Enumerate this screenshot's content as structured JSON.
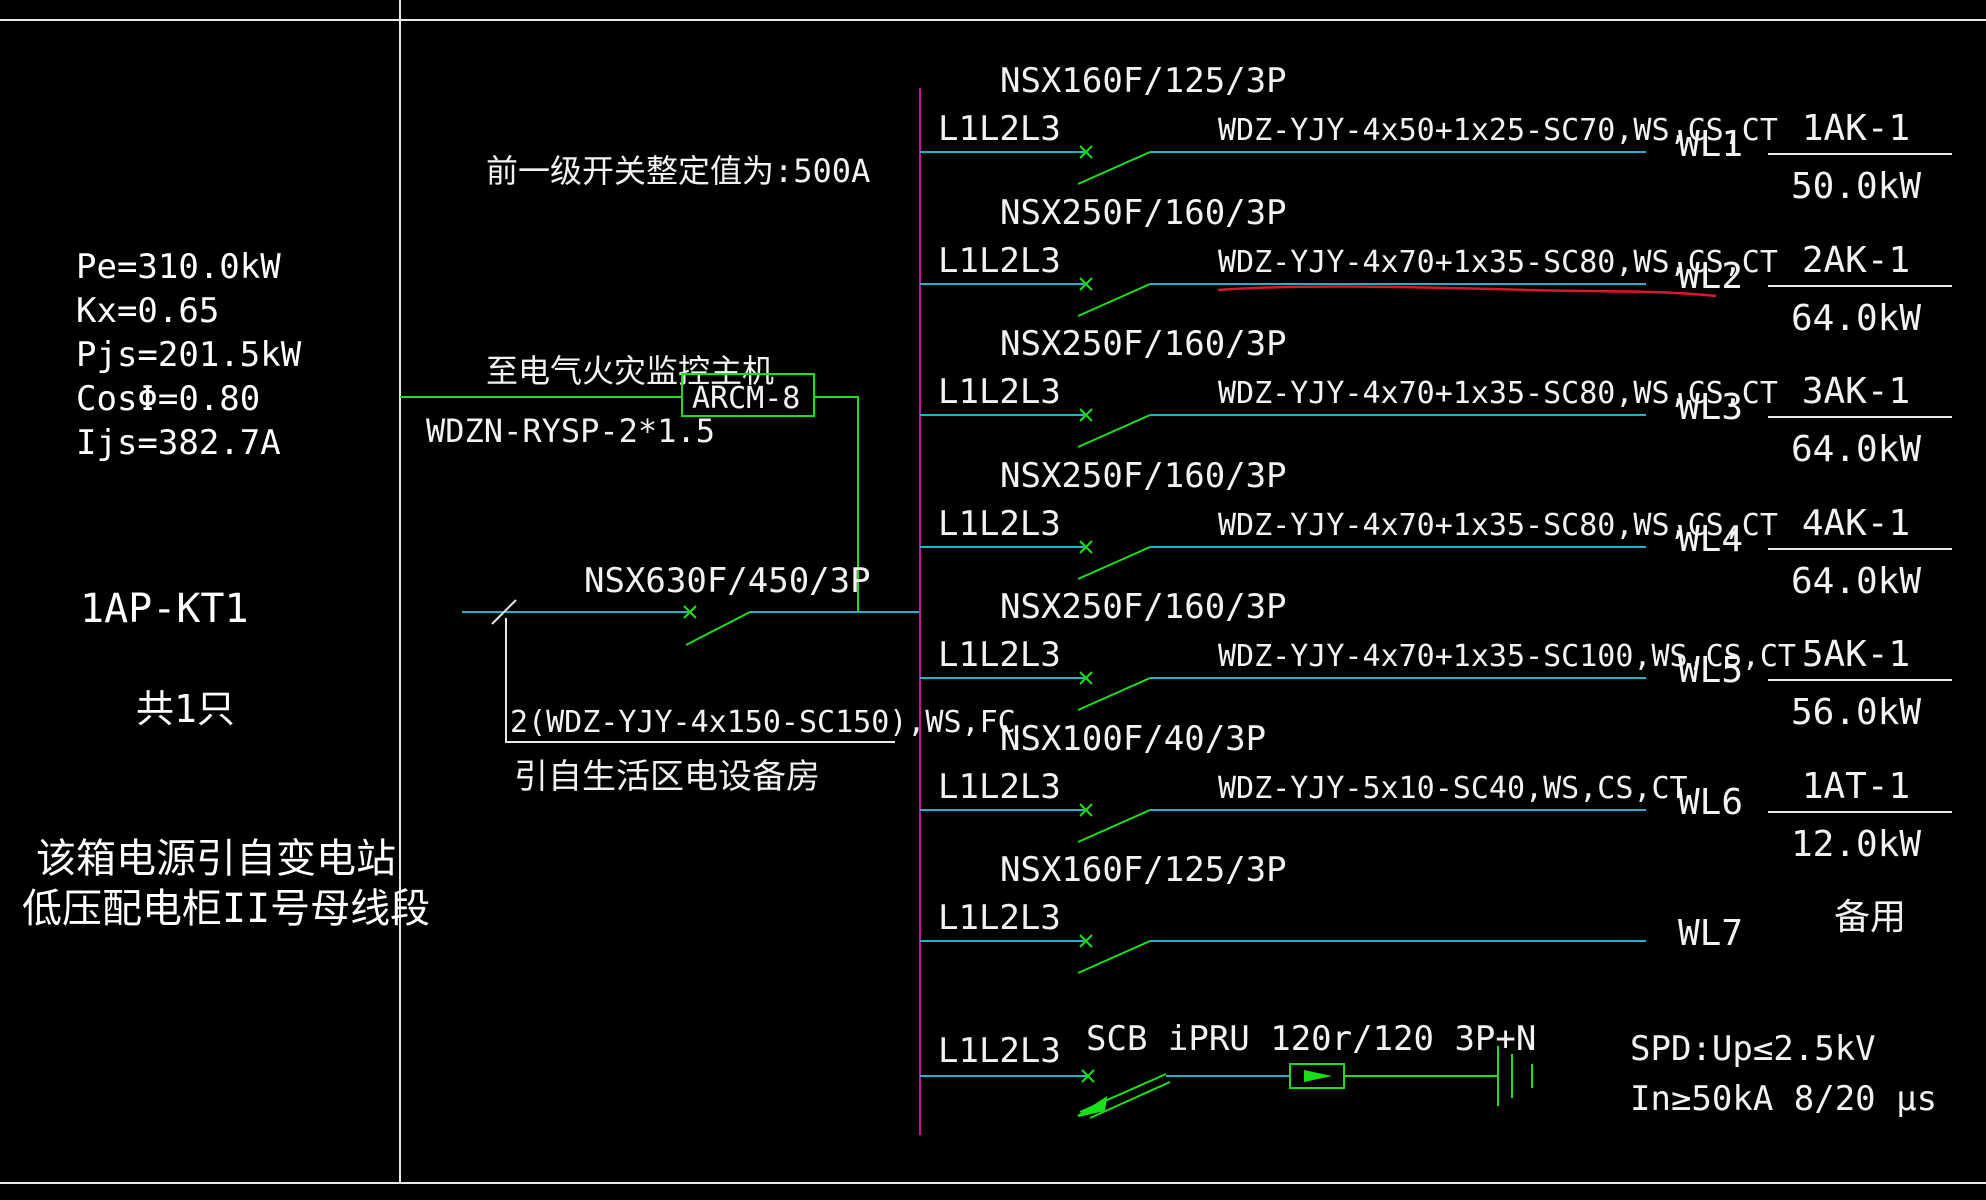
{
  "colors": {
    "background": "#000000",
    "border": "#e8e8e8",
    "busbar": "#c0169c",
    "line": "#22b3c8",
    "switch": "#19e019",
    "text": "#ffffff",
    "markup": "#e0142c"
  },
  "left_panel": {
    "calc_lines": [
      "Pe=310.0kW",
      "Kx=0.65",
      "Pjs=201.5kW",
      "CosΦ=0.80",
      "Ijs=382.7A"
    ],
    "panel_id": "1AP-KT1",
    "quantity": "共1只",
    "source_note_line1": "该箱电源引自变电站",
    "source_note_line2": "低压配电柜II号母线段"
  },
  "incoming": {
    "upstream_setting": "前一级开关整定值为:500A",
    "monitor_label": "至电气火灾监控主机",
    "monitor_module": "ARCM-8",
    "monitor_cable": "WDZN-RYSP-2*1.5",
    "main_breaker": "NSX630F/450/3P",
    "feeder_cable": "2(WDZ-YJY-4x150-SC150),WS,FC",
    "feeder_source": "引自生活区电设备房"
  },
  "circuits": [
    {
      "breaker": "NSX160F/125/3P",
      "phases": "L1L2L3",
      "cable": "WDZ-YJY-4x50+1x25-SC70,WS,CS,CT",
      "circuit_id": "WL1",
      "load_name": "1AK-1",
      "load_power": "50.0kW"
    },
    {
      "breaker": "NSX250F/160/3P",
      "phases": "L1L2L3",
      "cable": "WDZ-YJY-4x70+1x35-SC80,WS,CS,CT",
      "circuit_id": "WL2",
      "load_name": "2AK-1",
      "load_power": "64.0kW"
    },
    {
      "breaker": "NSX250F/160/3P",
      "phases": "L1L2L3",
      "cable": "WDZ-YJY-4x70+1x35-SC80,WS,CS,CT",
      "circuit_id": "WL3",
      "load_name": "3AK-1",
      "load_power": "64.0kW"
    },
    {
      "breaker": "NSX250F/160/3P",
      "phases": "L1L2L3",
      "cable": "WDZ-YJY-4x70+1x35-SC80,WS,CS,CT",
      "circuit_id": "WL4",
      "load_name": "4AK-1",
      "load_power": "64.0kW"
    },
    {
      "breaker": "NSX250F/160/3P",
      "phases": "L1L2L3",
      "cable": "WDZ-YJY-4x70+1x35-SC100,WS,CS,CT",
      "circuit_id": "WL5",
      "load_name": "5AK-1",
      "load_power": "56.0kW"
    },
    {
      "breaker": "NSX100F/40/3P",
      "phases": "L1L2L3",
      "cable": "WDZ-YJY-5x10-SC40,WS,CS,CT",
      "circuit_id": "WL6",
      "load_name": "1AT-1",
      "load_power": "12.0kW"
    },
    {
      "breaker": "NSX160F/125/3P",
      "phases": "L1L2L3",
      "cable": "",
      "circuit_id": "WL7",
      "load_name": "",
      "load_power": "备用"
    }
  ],
  "spd": {
    "phases": "L1L2L3",
    "device": "SCB iPRU 120r/120 3P+N",
    "rating_line1": "SPD:Up≤2.5kV",
    "rating_line2": "In≥50kA 8/20 μs"
  }
}
